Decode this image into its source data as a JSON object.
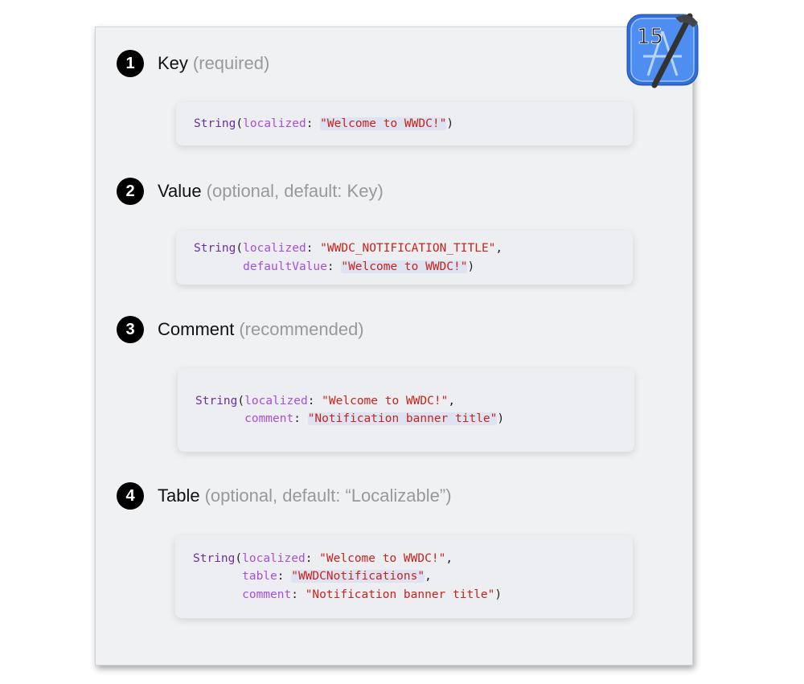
{
  "sections": [
    {
      "num": "1",
      "title": "Key",
      "note": "(required)",
      "code": [
        [
          "String",
          "(",
          "localized",
          ": ",
          "\"Welcome to WWDC!\"",
          ")"
        ]
      ]
    },
    {
      "num": "2",
      "title": "Value",
      "note": "(optional, default: Key)",
      "code": [
        [
          "String",
          "(",
          "localized",
          ": ",
          "\"WWDC_NOTIFICATION_TITLE\"",
          ","
        ],
        [
          "",
          "       ",
          "defaultValue",
          ": ",
          "\"Welcome to WWDC!\"",
          ")"
        ]
      ]
    },
    {
      "num": "3",
      "title": "Comment",
      "note": "(recommended)",
      "code": [
        [
          "String",
          "(",
          "localized",
          ": ",
          "\"Welcome to WWDC!\"",
          ","
        ],
        [
          "",
          "       ",
          "comment",
          ": ",
          "\"Notification banner title\"",
          ")"
        ]
      ]
    },
    {
      "num": "4",
      "title": "Table",
      "note": "(optional, default: “Localizable”)",
      "code": [
        [
          "String",
          "(",
          "localized",
          ": ",
          "\"Welcome to WWDC!\"",
          ","
        ],
        [
          "",
          "       ",
          "table",
          ": ",
          "\"WWDCNotifications\"",
          ","
        ],
        [
          "",
          "       ",
          "comment",
          ": ",
          "\"Notification banner title\"",
          ")"
        ]
      ]
    }
  ],
  "badge": {
    "icon": "xcode-icon",
    "version": "15"
  },
  "colors": {
    "type": "#6a2fa6",
    "param": "#a64fdc",
    "string": "#c8231c",
    "highlight": "#dde3f1"
  }
}
